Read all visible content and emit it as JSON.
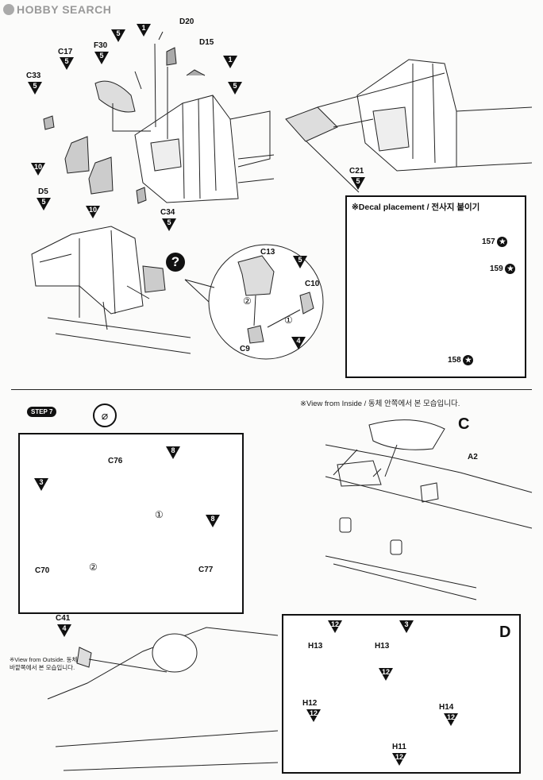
{
  "header": {
    "watermark": "HOBBY SEARCH"
  },
  "section_top_left": {
    "parts": [
      {
        "id": "D20",
        "num": "1"
      },
      {
        "id": "D15",
        "num": "1"
      },
      {
        "id": "F30",
        "num": "5"
      },
      {
        "id": "C17",
        "num": "5"
      },
      {
        "id": "C33",
        "num": "5"
      },
      {
        "id": "D5",
        "num": "5"
      },
      {
        "id": "C34",
        "num": "5"
      }
    ],
    "extra_markers": [
      "5",
      "5",
      "10",
      "10"
    ]
  },
  "section_top_right": {
    "part": {
      "id": "C21",
      "num": "5"
    }
  },
  "decal_box": {
    "title": "※Decal placement / 전사지 붙이기",
    "decals": [
      "157",
      "159",
      "158"
    ]
  },
  "subassembly_c": {
    "question_mark": "?",
    "parts": [
      {
        "id": "C13",
        "num": "5"
      },
      {
        "id": "C10",
        "num": ""
      },
      {
        "id": "C9",
        "num": "4"
      }
    ],
    "steps": [
      "①",
      "②"
    ]
  },
  "step7": {
    "step_label": "STEP 7",
    "glue_icon": "glue-icon",
    "view_inside_note": "※View from Inside / 동체 안쪽에서 본 모습입니다.",
    "callout_c": "C",
    "callout_a2": "A2",
    "box_sub": {
      "parts": [
        {
          "id": "C76",
          "num": "8"
        },
        {
          "id": "C77",
          "num": "8"
        },
        {
          "id": "C70",
          "num": "3"
        }
      ],
      "steps": [
        "①",
        "②"
      ]
    },
    "c41": {
      "id": "C41",
      "num": "4"
    },
    "view_outside_note": "※View from Outside. 동체 바깥쪽에서 본 모습입니다.",
    "box_d": {
      "letter": "D",
      "parts": [
        {
          "id": "H13",
          "num": "12"
        },
        {
          "id": "H13",
          "num": ""
        },
        {
          "id": "H12",
          "num": "12"
        },
        {
          "id": "H14",
          "num": "12"
        },
        {
          "id": "H11",
          "num": "12"
        }
      ],
      "markers": [
        "12",
        "3",
        "12"
      ]
    }
  }
}
